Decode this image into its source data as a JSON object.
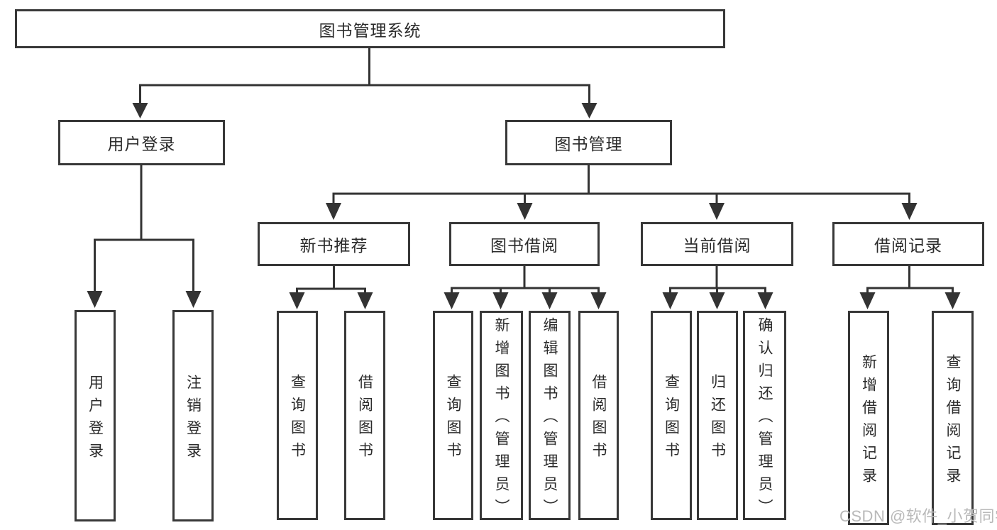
{
  "diagram": {
    "root": "图书管理系统",
    "branches": [
      {
        "label": "用户登录",
        "children": [
          "用户登录",
          "注销登录"
        ]
      },
      {
        "label": "图书管理",
        "groups": [
          {
            "label": "新书推荐",
            "children": [
              "查询图书",
              "借阅图书"
            ]
          },
          {
            "label": "图书借阅",
            "children": [
              "查询图书",
              "新增图书（管理员）",
              "编辑图书（管理员）",
              "借阅图书"
            ]
          },
          {
            "label": "当前借阅",
            "children": [
              "查询图书",
              "归还图书",
              "确认归还（管理员）"
            ]
          },
          {
            "label": "借阅记录",
            "children": [
              "新增借阅记录",
              "查询借阅记录"
            ]
          }
        ]
      }
    ]
  },
  "colors": {
    "line": "#333333",
    "border": "#383838",
    "watermark": "#b9b9b9"
  },
  "watermark": {
    "text": "CSDN @软件_小贺同学"
  }
}
